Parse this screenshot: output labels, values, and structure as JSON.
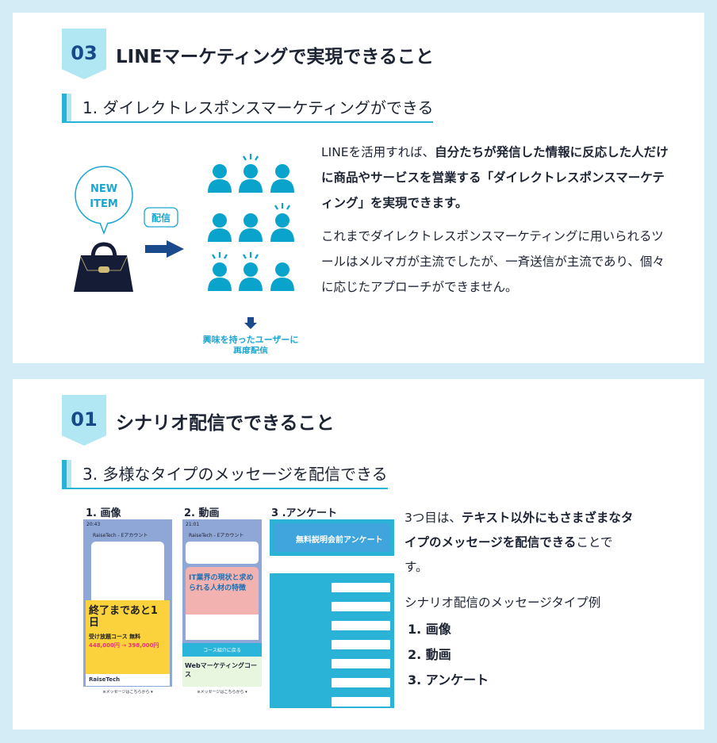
{
  "section1": {
    "badge": "03",
    "title": "LINEマーケティングで実現できること",
    "subheading": "1. ダイレクトレスポンスマーケティングができる",
    "illustration": {
      "bubble_line1": "NEW",
      "bubble_line2": "ITEM",
      "deliver": "配信",
      "caption1": "興味を持ったユーザーに",
      "caption2": "再度配信"
    },
    "para1_a": "LINEを活用すれば、",
    "para1_b": "自分たちが発信した情報に反応した人だけに商品やサービスを営業する「ダイレクトレスポンスマーケティング」を実現できます。",
    "para2": "これまでダイレクトレスポンスマーケティングに用いられるツールはメルマガが主流でしたが、一斉送信が主流であり、個々に応じたアプローチができません。"
  },
  "section2": {
    "badge": "01",
    "title": "シナリオ配信でできること",
    "subheading": "3. 多様なタイプのメッセージを配信できる",
    "shots": [
      {
        "label": "1. 画像",
        "time": "20:43",
        "account": "RaiseTech - Eアカウント",
        "footer": "≡メッセージはこちらから ▾",
        "banner1": "終了まであと1日",
        "banner2": "受け放題コース 無料",
        "price": "448,000円 → 398,000円",
        "brand": "RaiseTech"
      },
      {
        "label": "2. 動画",
        "time": "21:01",
        "account": "RaiseTech - Eアカウント",
        "footer": "≡メッセージはこちらから ▾",
        "banner1": "IT業界の現状と求められる人材の特徴",
        "banner2": "Webマーケティングコース",
        "button": "コース紹介に戻る"
      },
      {
        "label": "3 .アンケート",
        "header": "無料説明会前アンケート"
      }
    ],
    "para_a": "3つ目は、",
    "para_b": "テキスト以外にもさまざまなタイプのメッセージを配信できる",
    "para_c": "ことです。",
    "list_title": "シナリオ配信のメッセージタイプ例",
    "list": [
      "1. 画像",
      "2. 動画",
      "3. アンケート"
    ]
  },
  "colors": {
    "background": "#d4ecf5",
    "accent": "#27b3d6",
    "badge": "#b1e6f3",
    "badge_text": "#174a8a",
    "person": "#0aa3cc",
    "arrow": "#1b4a8c"
  }
}
